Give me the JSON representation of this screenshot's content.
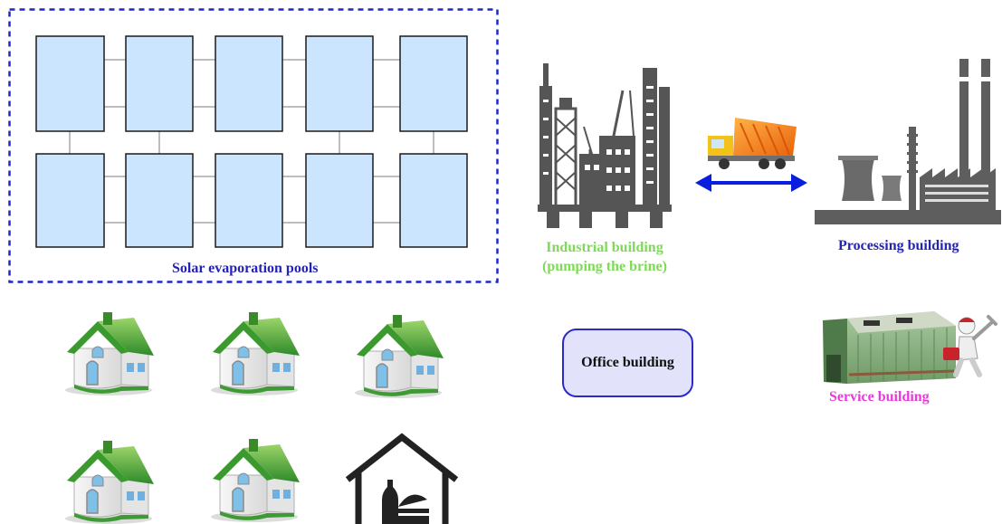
{
  "labels": {
    "pools": "Solar evaporation pools",
    "industrial_line1": "Industrial building",
    "industrial_line2": "(pumping the brine)",
    "processing": "Processing building",
    "office": "Office building",
    "service": "Service building"
  },
  "colors": {
    "pool_fill": "#cce5fe",
    "pool_border": "#1a1a1a",
    "dashed_border": "#1f28c7",
    "pools_label": "#2323b4",
    "industrial_label": "#7ed957",
    "processing_label": "#2323b4",
    "service_label": "#e83ad8",
    "arrow": "#0a1ee0",
    "office_fill": "#e2e2fb",
    "office_border": "#2a2acb"
  },
  "icons": {
    "pools": "pool-grid",
    "industrial": "industrial-tower-icon",
    "truck": "dump-truck-icon",
    "arrow": "double-arrow-icon",
    "processing": "factory-icon",
    "service": "warehouse-icon",
    "mechanic": "mechanic-icon",
    "houses": "house-icon",
    "restaurant": "restaurant-icon"
  }
}
